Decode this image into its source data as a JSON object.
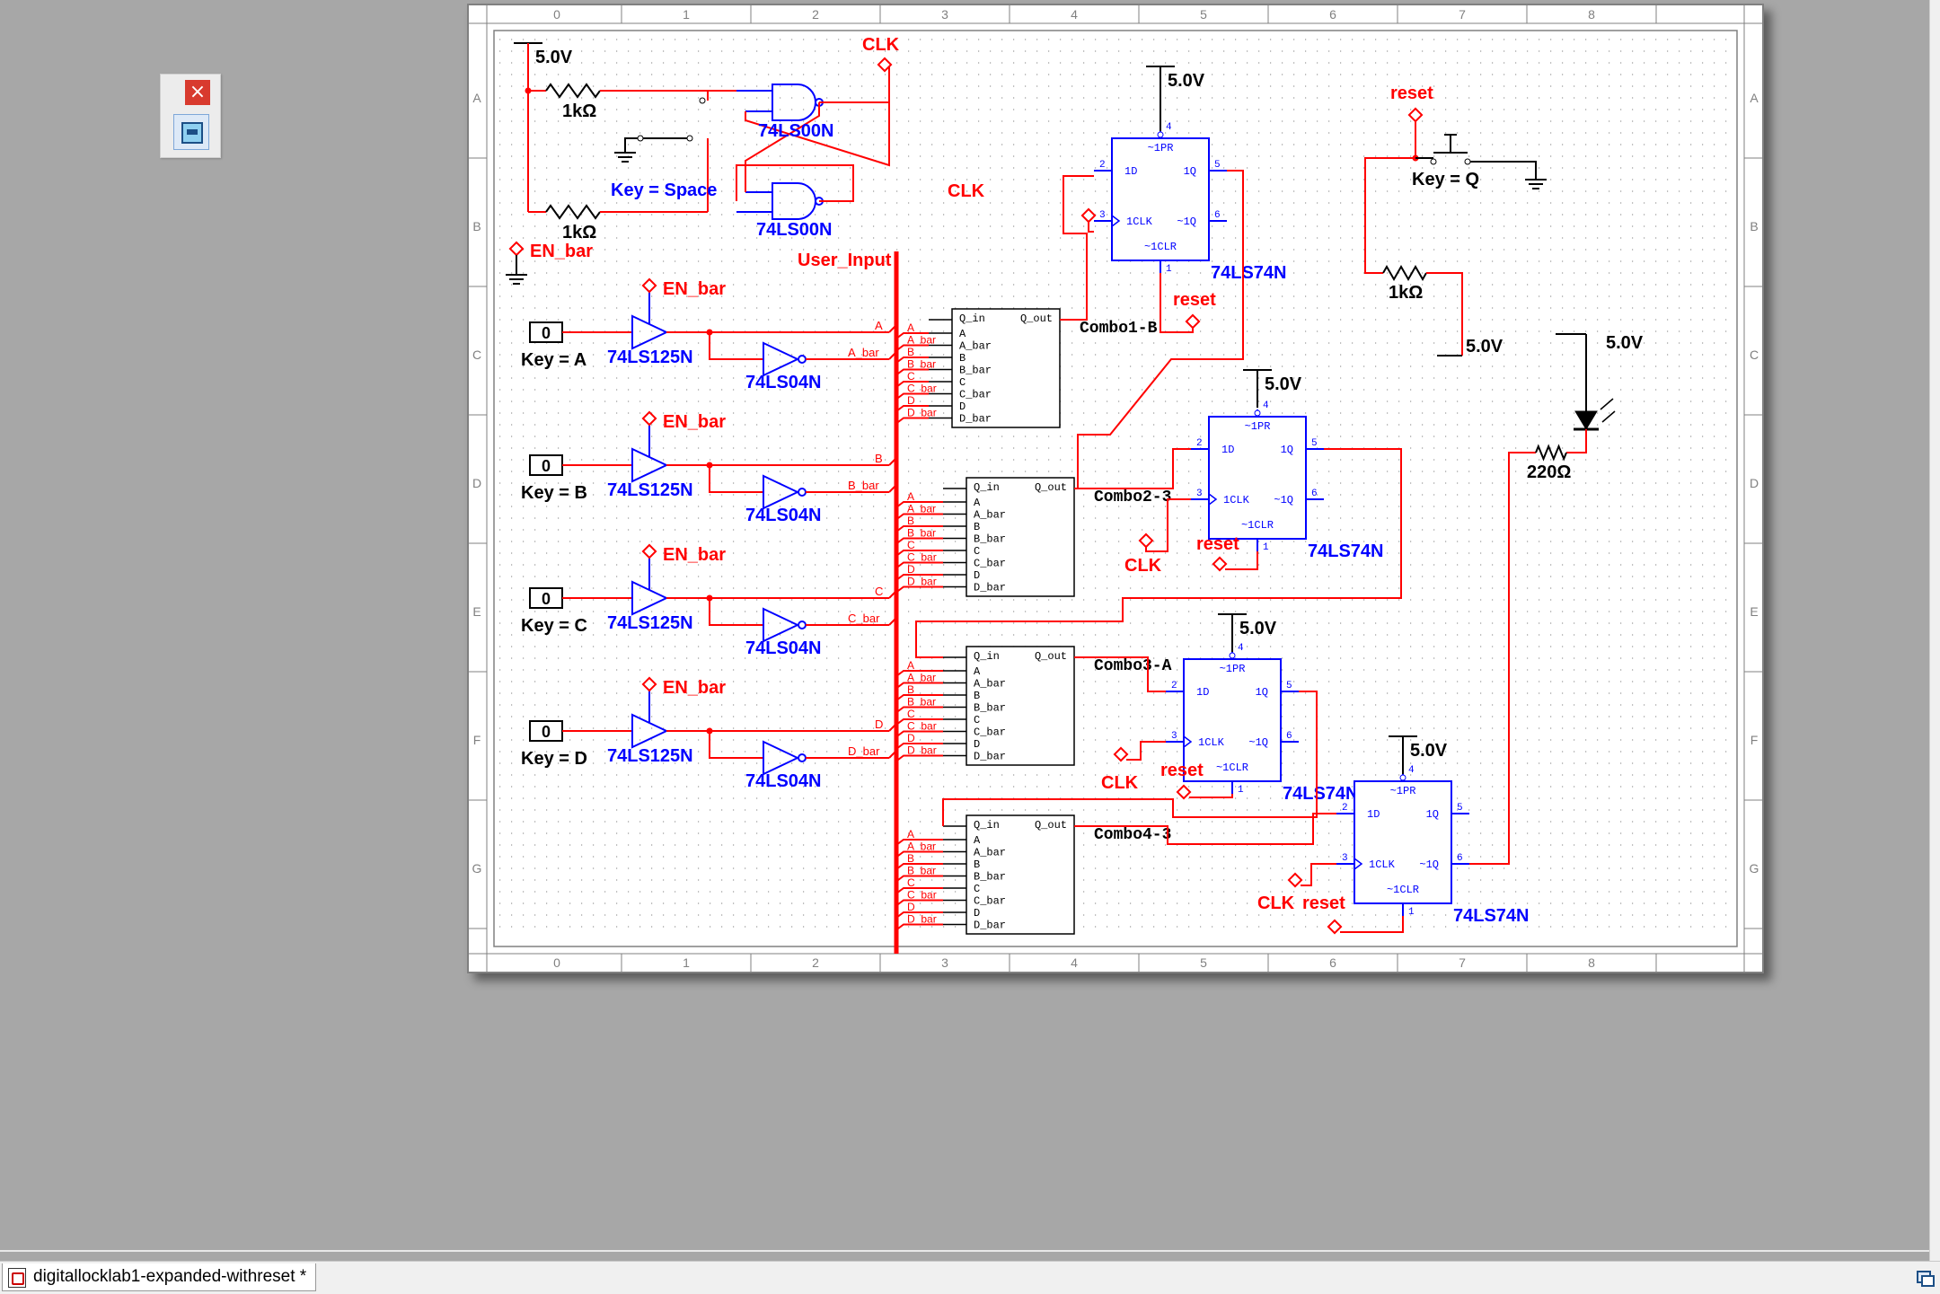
{
  "toolbox": {
    "close_glyph": "×"
  },
  "tab": {
    "title": "digitallocklab1-expanded-withreset *"
  },
  "colors": {
    "wire": "#ff0000",
    "part": "#0000ff",
    "net": "#000000",
    "sheet": "#ffffff",
    "border": "#808080"
  },
  "ruler": {
    "cols": [
      "0",
      "1",
      "2",
      "3",
      "4",
      "5",
      "6",
      "7",
      "8"
    ],
    "rows": [
      "A",
      "B",
      "C",
      "D",
      "E",
      "F",
      "G"
    ]
  },
  "labels": {
    "v5": "5.0V",
    "r1k": "1kΩ",
    "r220": "220Ω",
    "clk": "CLK",
    "reset": "reset",
    "en_bar": "EN_bar",
    "user_input": "User_Input",
    "key_space": "Key = Space",
    "key_q": "Key = Q",
    "nand": "74LS00N",
    "dff": "74LS74N",
    "buf": "74LS125N",
    "inv": "74LS04N",
    "zero": "0"
  },
  "inputs": [
    {
      "key": "Key = A",
      "sig": "A",
      "sig_bar": "A_bar"
    },
    {
      "key": "Key = B",
      "sig": "B",
      "sig_bar": "B_bar"
    },
    {
      "key": "Key = C",
      "sig": "C",
      "sig_bar": "C_bar"
    },
    {
      "key": "Key = D",
      "sig": "D",
      "sig_bar": "D_bar"
    }
  ],
  "bus_taps": [
    "A",
    "A_bar",
    "B",
    "B_bar",
    "C",
    "C_bar",
    "D",
    "D_bar"
  ],
  "combos": [
    {
      "name": "Combo1-B"
    },
    {
      "name": "Combo2-3"
    },
    {
      "name": "Combo3-A"
    },
    {
      "name": "Combo4-3"
    }
  ],
  "combo_pins": {
    "q_in": "Q_in",
    "q_out": "Q_out",
    "inputs": [
      "A",
      "A_bar",
      "B",
      "B_bar",
      "C",
      "C_bar",
      "D",
      "D_bar"
    ]
  },
  "dff_pins": {
    "pr": "~1PR",
    "d": "1D",
    "q": "1Q",
    "clk": "1CLK",
    "qn": "~1Q",
    "clr": "~1CLR",
    "n4": "4",
    "n2": "2",
    "n3": "3",
    "n5": "5",
    "n6": "6",
    "n1": "1"
  }
}
